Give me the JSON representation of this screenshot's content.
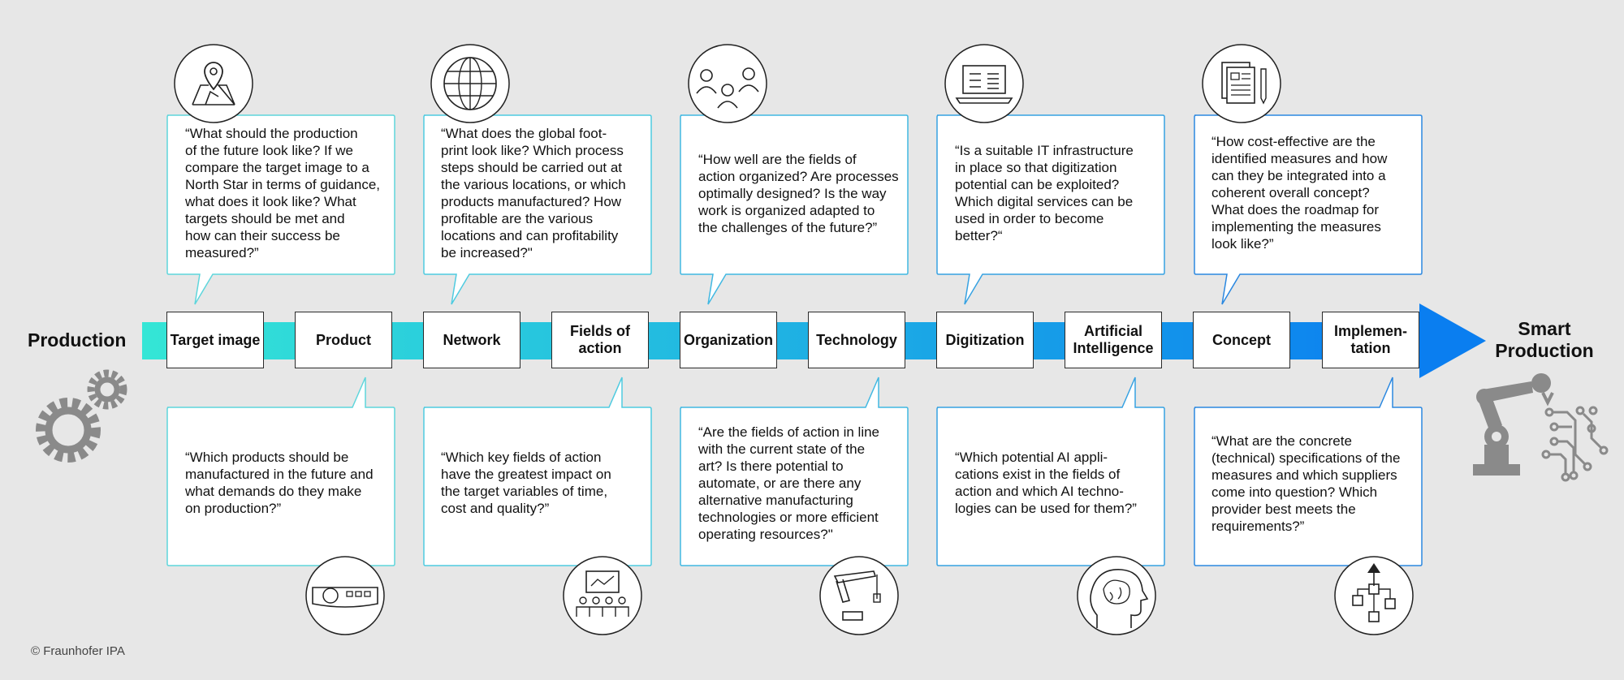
{
  "diagram": {
    "start_label": "Production",
    "end_label": "Smart\nProduction",
    "copyright": "© Fraunhofer IPA",
    "stages": [
      {
        "label": "Target image",
        "icon": "map-pin-icon"
      },
      {
        "label": "Product",
        "icon": "dashboard-icon"
      },
      {
        "label": "Network",
        "icon": "globe-icon"
      },
      {
        "label": "Fields of\naction",
        "icon": "presentation-icon"
      },
      {
        "label": "Organization",
        "icon": "people-icon"
      },
      {
        "label": "Technology",
        "icon": "robot-arm-icon"
      },
      {
        "label": "Digitization",
        "icon": "laptop-icon"
      },
      {
        "label": "Artificial\nIntelligence",
        "icon": "brain-icon"
      },
      {
        "label": "Concept",
        "icon": "documents-icon"
      },
      {
        "label": "Implemen-\ntation",
        "icon": "flowchart-icon"
      }
    ],
    "top_questions": [
      "“What should the production\nof the future look like? If we\ncompare the target image to a\nNorth Star in terms of guidance,\nwhat does it look like? What\ntargets should be met and\nhow can their success be\nmeasured?”",
      "“What does the global foot-\nprint look like? Which process\nsteps should be carried out at\nthe various locations, or which\nproducts manufactured? How\nprofitable are the various\nlocations and can profitability\nbe increased?\"",
      "“How well are the fields of\naction organized? Are processes\noptimally designed? Is the way\nwork is organized adapted to\nthe challenges of the future?”",
      "“Is a suitable IT infrastructure\nin place so that digitization\npotential can be exploited?\nWhich digital services can be\nused in order to become\nbetter?“",
      "“How cost-effective are the\nidentified measures and how\ncan they be integrated into a\ncoherent overall concept?\nWhat does the roadmap for\nimplementing the measures\nlook like?”"
    ],
    "bottom_questions": [
      "“Which products should be\nmanufactured in the future and\nwhat demands do they make\non production?”",
      "“Which key fields of action\nhave the greatest impact on\nthe target variables of time,\ncost and quality?”",
      "“Are the fields of action in line\nwith the current state of the\nart? Is there potential to\nautomate, or are there any\nalternative manufacturing\ntechnologies or more efficient\noperating resources?\"",
      "“Which potential AI appli-\ncations exist in the fields of\naction and which AI techno-\nlogies can be used for them?”",
      "“What are the concrete\n(technical) specifications of the\nmeasures and which suppliers\ncome into question? Which\nprovider best meets the\nrequirements?”"
    ],
    "colors": {
      "arrow_start": "#34e6d6",
      "arrow_end": "#0a7ef0",
      "bubble_border_start": "#5fd6dc",
      "bubble_border_end": "#2b88e0",
      "gear_gray": "#8a8a8a"
    }
  }
}
